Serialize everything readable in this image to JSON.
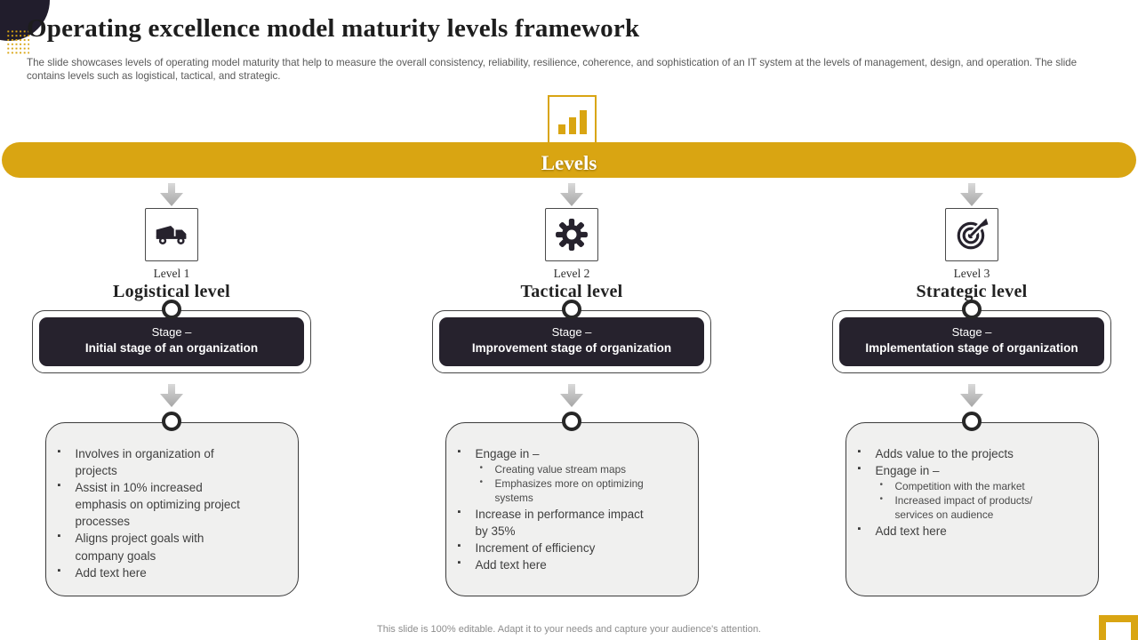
{
  "slide": {
    "title": "Operating excellence model maturity levels framework",
    "subtitle": "The slide showcases levels of operating model maturity that help to measure the overall consistency, reliability, resilience, coherence, and sophistication of an IT system at the levels of management, design, and operation. The slide contains levels such as logistical, tactical, and strategic.",
    "footer": "This slide is 100% editable. Adapt it to your needs and capture your audience's attention."
  },
  "banner": {
    "label": "Levels",
    "icon": "bar-chart-icon"
  },
  "colors": {
    "gold": "#d9a512",
    "dark": "#26222d",
    "box_background": "#f0f0ef",
    "body_text": "#404040",
    "subtitle_text": "#595959"
  },
  "levels": [
    {
      "level_label": "Level 1",
      "name": "Logistical level",
      "icon": "truck-icon",
      "stage_prefix": "Stage –",
      "stage_name": "Initial stage of an organization",
      "bullets": [
        {
          "text": "Involves in organization of projects"
        },
        {
          "text": "Assist in 10% increased emphasis on optimizing project processes"
        },
        {
          "text": "Aligns project goals with company goals"
        },
        {
          "text": "Add text here"
        }
      ]
    },
    {
      "level_label": "Level 2",
      "name": "Tactical level",
      "icon": "gear-icon",
      "stage_prefix": "Stage –",
      "stage_name": "Improvement stage of organization",
      "bullets": [
        {
          "text": "Engage in –",
          "subs": [
            "Creating value stream maps",
            "Emphasizes more on optimizing systems"
          ]
        },
        {
          "text": "Increase in performance impact by 35%"
        },
        {
          "text": "Increment of efficiency"
        },
        {
          "text": "Add text here"
        }
      ]
    },
    {
      "level_label": "Level 3",
      "name": "Strategic level",
      "icon": "target-icon",
      "stage_prefix": "Stage –",
      "stage_name": "Implementation stage of organization",
      "bullets": [
        {
          "text": "Adds value to the projects"
        },
        {
          "text": "Engage in –",
          "subs": [
            "Competition with the market",
            "Increased impact of products/ services on audience"
          ]
        },
        {
          "text": "Add text here"
        }
      ]
    }
  ]
}
